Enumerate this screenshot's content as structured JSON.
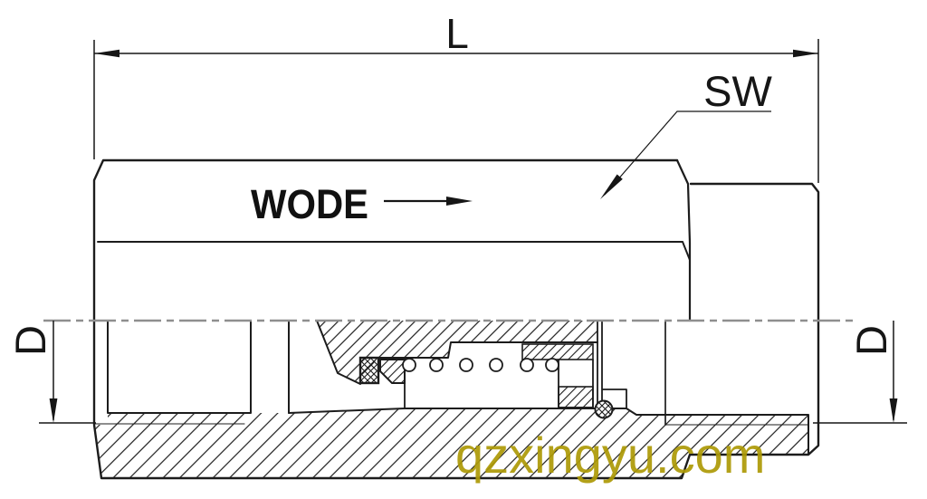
{
  "drawing": {
    "type": "check-valve sectional engineering drawing",
    "labels": {
      "length_dim": "L",
      "wrench_size_dim": "SW",
      "bore_dim_left": "D",
      "bore_dim_right": "D"
    },
    "brand": {
      "text": "WODE"
    },
    "watermark": {
      "text": "qzxingyu.com",
      "color": "#ad9a06"
    },
    "colors": {
      "line": "#1c1c1c",
      "centerline": "#8f8f8f",
      "background": "#ffffff"
    }
  }
}
